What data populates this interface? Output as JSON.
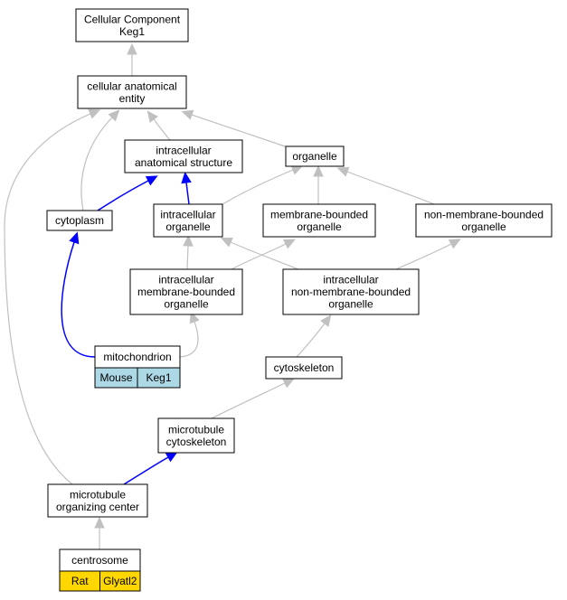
{
  "nodes": {
    "cellular_component": {
      "lines": [
        "Cellular Component",
        "Keg1"
      ]
    },
    "cellular_anatomical_entity": {
      "lines": [
        "cellular anatomical",
        "entity"
      ]
    },
    "intracellular_anatomical_structure": {
      "lines": [
        "intracellular",
        "anatomical structure"
      ]
    },
    "organelle": {
      "lines": [
        "organelle"
      ]
    },
    "cytoplasm": {
      "lines": [
        "cytoplasm"
      ]
    },
    "intracellular_organelle": {
      "lines": [
        "intracellular",
        "organelle"
      ]
    },
    "membrane_bounded_organelle": {
      "lines": [
        "membrane-bounded",
        "organelle"
      ]
    },
    "non_membrane_bounded_organelle": {
      "lines": [
        "non-membrane-bounded",
        "organelle"
      ]
    },
    "intracellular_membrane_bounded_organelle": {
      "lines": [
        "intracellular",
        "membrane-bounded",
        "organelle"
      ]
    },
    "intracellular_non_membrane_bounded_organelle": {
      "lines": [
        "intracellular",
        "non-membrane-bounded",
        "organelle"
      ]
    },
    "mitochondrion": {
      "lines": [
        "mitochondrion"
      ],
      "annotation": [
        "Mouse",
        "Keg1"
      ],
      "annotation_color": "#add8e6"
    },
    "cytoskeleton": {
      "lines": [
        "cytoskeleton"
      ]
    },
    "microtubule_cytoskeleton": {
      "lines": [
        "microtubule",
        "cytoskeleton"
      ]
    },
    "microtubule_organizing_center": {
      "lines": [
        "microtubule",
        "organizing center"
      ]
    },
    "centrosome": {
      "lines": [
        "centrosome"
      ],
      "annotation": [
        "Rat",
        "Glyatl2"
      ],
      "annotation_color": "#ffd700"
    }
  },
  "edges": [
    {
      "from": "cellular_anatomical_entity",
      "to": "cellular_component",
      "color": "#c0c0c0"
    },
    {
      "from": "intracellular_anatomical_structure",
      "to": "cellular_anatomical_entity",
      "color": "#c0c0c0"
    },
    {
      "from": "organelle",
      "to": "cellular_anatomical_entity",
      "color": "#c0c0c0"
    },
    {
      "from": "cytoplasm",
      "to": "cellular_anatomical_entity",
      "color": "#c0c0c0"
    },
    {
      "from": "microtubule_organizing_center",
      "to": "cellular_anatomical_entity",
      "color": "#c0c0c0"
    },
    {
      "from": "cytoplasm",
      "to": "intracellular_anatomical_structure",
      "color": "#0000ff"
    },
    {
      "from": "intracellular_organelle",
      "to": "intracellular_anatomical_structure",
      "color": "#0000ff"
    },
    {
      "from": "intracellular_organelle",
      "to": "organelle",
      "color": "#c0c0c0"
    },
    {
      "from": "membrane_bounded_organelle",
      "to": "organelle",
      "color": "#c0c0c0"
    },
    {
      "from": "non_membrane_bounded_organelle",
      "to": "organelle",
      "color": "#c0c0c0"
    },
    {
      "from": "intracellular_membrane_bounded_organelle",
      "to": "intracellular_organelle",
      "color": "#c0c0c0"
    },
    {
      "from": "intracellular_membrane_bounded_organelle",
      "to": "membrane_bounded_organelle",
      "color": "#c0c0c0"
    },
    {
      "from": "intracellular_non_membrane_bounded_organelle",
      "to": "intracellular_organelle",
      "color": "#c0c0c0"
    },
    {
      "from": "intracellular_non_membrane_bounded_organelle",
      "to": "non_membrane_bounded_organelle",
      "color": "#c0c0c0"
    },
    {
      "from": "mitochondrion",
      "to": "cytoplasm",
      "color": "#0000ff"
    },
    {
      "from": "mitochondrion",
      "to": "intracellular_membrane_bounded_organelle",
      "color": "#c0c0c0"
    },
    {
      "from": "cytoskeleton",
      "to": "intracellular_non_membrane_bounded_organelle",
      "color": "#c0c0c0"
    },
    {
      "from": "microtubule_cytoskeleton",
      "to": "cytoskeleton",
      "color": "#c0c0c0"
    },
    {
      "from": "microtubule_organizing_center",
      "to": "microtubule_cytoskeleton",
      "color": "#0000ff"
    },
    {
      "from": "centrosome",
      "to": "microtubule_organizing_center",
      "color": "#c0c0c0"
    }
  ]
}
